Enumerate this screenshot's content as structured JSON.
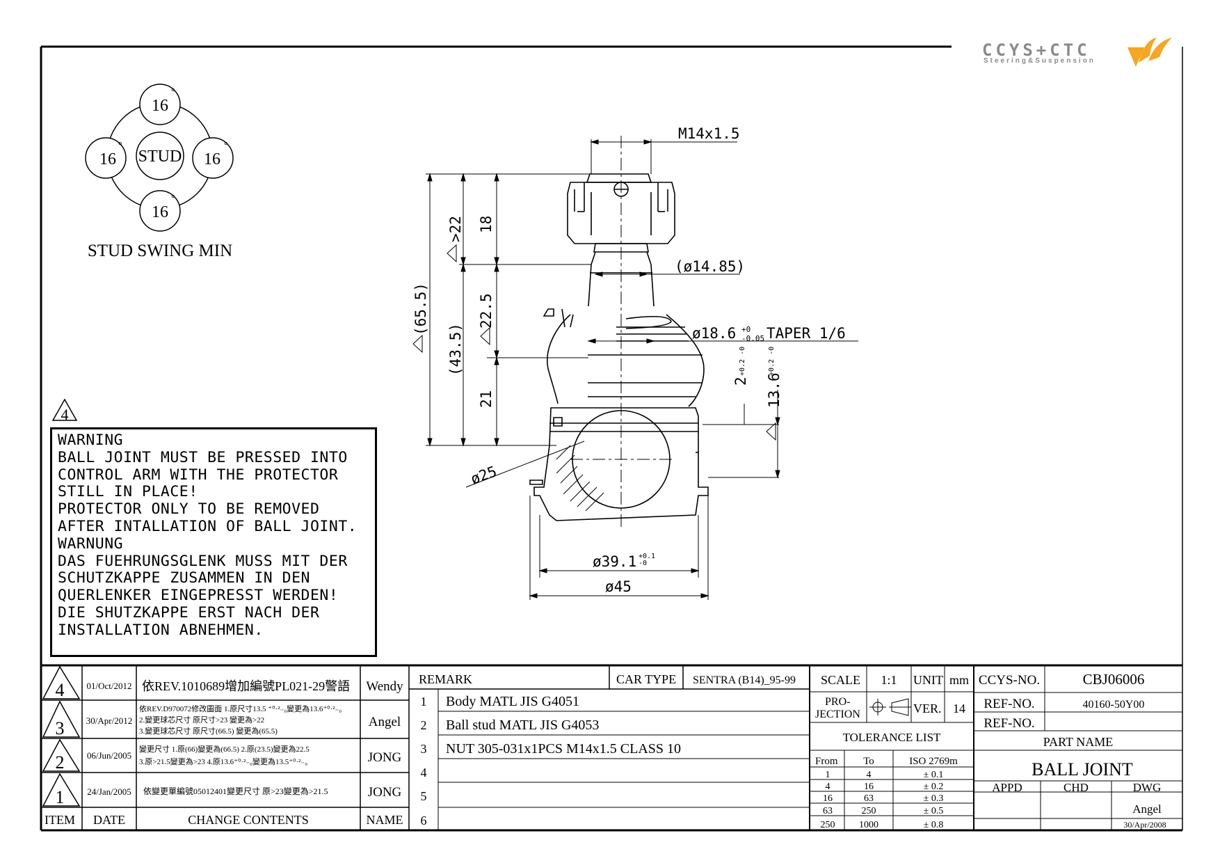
{
  "logo": {
    "brand": "CCYS+CTC",
    "tagline": "Steering&Suspension"
  },
  "swing": {
    "center": "STUD",
    "top": "16",
    "left": "16",
    "right": "16",
    "bottom": "16",
    "degree": "°",
    "caption": "STUD SWING MIN"
  },
  "warning_marker": "4",
  "warning_lines": [
    "WARNING",
    "BALL JOINT MUST BE PRESSED INTO",
    "CONTROL ARM WITH THE PROTECTOR",
    "STILL IN PLACE!",
    "PROTECTOR ONLY TO BE REMOVED",
    "AFTER INTALLATION OF BALL JOINT.",
    "",
    "WARNUNG",
    "DAS FUEHRUNGSGLENK MUSS MIT DER",
    "SCHUTZKAPPE ZUSAMMEN IN DEN",
    "QUERLENKER EINGEPRESST WERDEN!",
    "DIE SHUTZKAPPE ERST NACH DER",
    "INSTALLATION ABNEHMEN."
  ],
  "dims": {
    "thread": "M14x1.5",
    "d1485": "(ø14.85)",
    "taper_d": "ø18.6",
    "taper_tol_up": "+0",
    "taper_tol_lo": "-0.05",
    "taper_note": "TAPER 1/6",
    "d25": "ø25",
    "d391": "ø39.1",
    "d391_tol_up": "+0.1",
    "d391_tol_lo": "-0",
    "d45": "ø45",
    "v18": "18",
    "v22": ">22",
    "v225": "22.5",
    "v21": "21",
    "v435": "(43.5)",
    "v655": "(65.5)",
    "v2": "2",
    "v2_tol": "+0.2 -0",
    "v136": "13.6",
    "v136_tol": "+0.2 -0"
  },
  "revisions": [
    {
      "item": "4",
      "date": "01/Oct/2012",
      "content": [
        "依REV.1010689增加編號PL021-29警語"
      ],
      "name": "Wendy"
    },
    {
      "item": "3",
      "date": "30/Apr/2012",
      "content": [
        "依REV.D970072修改圖面 1.原尺寸13.5 ⁺⁰·²₋₀變更為13.6⁺⁰·²₋₀",
        "2.變更球芯尺寸 原尺寸>23 變更為>22",
        "3.變更球芯尺寸 原尺寸(66.5) 變更為(65.5)"
      ],
      "name": "Angel"
    },
    {
      "item": "2",
      "date": "06/Jun/2005",
      "content": [
        "變更尺寸 1.原(66)變更為(66.5) 2.原(23.5)變更為22.5",
        "3.原>21.5變更為>23 4.原13.6⁺⁰·²₋₀變更為13.5⁺⁰·²₋₀"
      ],
      "name": "JONG"
    },
    {
      "item": "1",
      "date": "24/Jan/2005",
      "content": [
        "依變更單編號05012401變更尺寸 原>23變更為>21.5"
      ],
      "name": "JONG"
    }
  ],
  "rev_headers": {
    "item": "ITEM",
    "date": "DATE",
    "contents": "CHANGE CONTENTS",
    "name": "NAME"
  },
  "remark": {
    "label": "REMARK",
    "car_type_label": "CAR TYPE",
    "car_type": "SENTRA (B14)_95-99",
    "rows": [
      {
        "n": "1",
        "text": "Body MATL JIS G4051"
      },
      {
        "n": "2",
        "text": "Ball stud MATL JIS G4053"
      },
      {
        "n": "3",
        "text": "NUT 305-031x1PCS M14x1.5 CLASS 10"
      },
      {
        "n": "4",
        "text": ""
      },
      {
        "n": "5",
        "text": ""
      },
      {
        "n": "6",
        "text": ""
      }
    ]
  },
  "title_block": {
    "scale_label": "SCALE",
    "scale": "1:1",
    "unit_label": "UNIT",
    "unit": "mm",
    "projection_label": "PRO-\nJECTION",
    "ver_label": "VER.",
    "ver": "14",
    "tol_title": "TOLERANCE LIST",
    "tol_headers": [
      "From",
      "To",
      "ISO 2769m"
    ],
    "tol_rows": [
      [
        "1",
        "4",
        "± 0.1"
      ],
      [
        "4",
        "16",
        "± 0.2"
      ],
      [
        "16",
        "63",
        "± 0.3"
      ],
      [
        "63",
        "250",
        "± 0.5"
      ],
      [
        "250",
        "1000",
        "± 0.8"
      ]
    ],
    "ccys_label": "CCYS-NO.",
    "ccys_no": "CBJ06006",
    "ref_label": "REF-NO.",
    "ref_no": "40160-50Y00",
    "ref2_label": "REF-NO.",
    "ref2_no": "",
    "part_name_label": "PART NAME",
    "part_name": "BALL JOINT",
    "appd_label": "APPD",
    "chd_label": "CHD",
    "dwg_label": "DWG",
    "dwg_by": "Angel",
    "dwg_date": "30/Apr/2008"
  }
}
